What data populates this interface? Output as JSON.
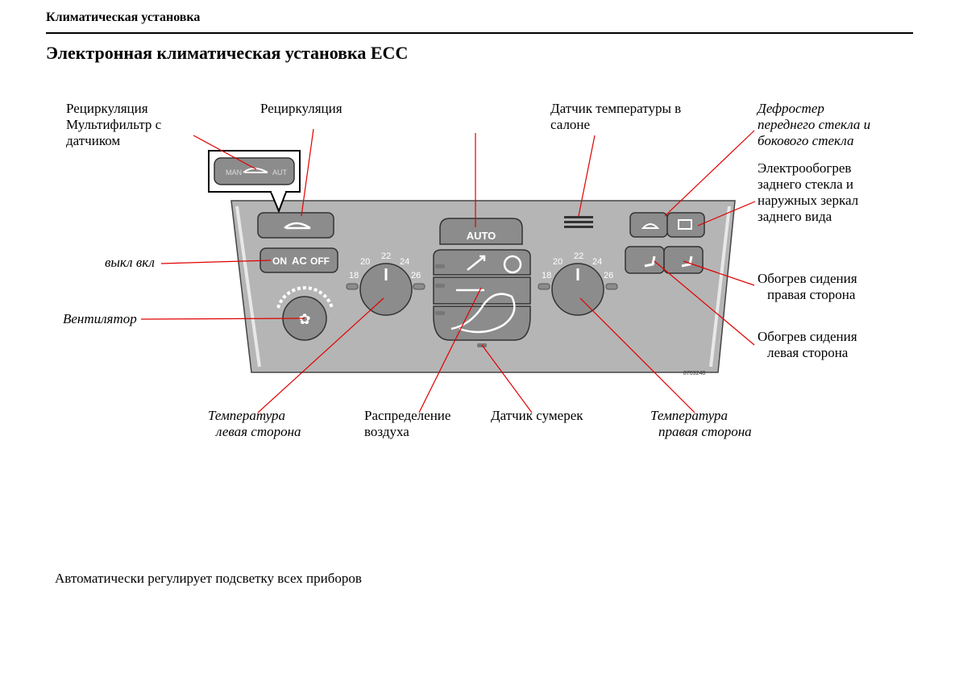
{
  "header": {
    "section": "Климатическая установка"
  },
  "page_title": "Электронная климатическая установка  ECC",
  "labels": {
    "recirc_multifilter": [
      "Рециркуляция",
      "Мультифильтр с",
      "датчиком"
    ],
    "recirc": "Рециркуляция",
    "cabin_temp_sensor": [
      "Датчик температуры в",
      "салоне"
    ],
    "defroster": [
      "Дефростер",
      "переднего стекла и",
      "бокового стекла"
    ],
    "rear_heater": [
      "Электрообогрев",
      "заднего стекла и",
      "наружных зеркал",
      "заднего вида"
    ],
    "ac_off_on": "выкл вкл",
    "fan": "Вентилятор",
    "seat_right": [
      "Обогрев сидения",
      "правая сторона"
    ],
    "seat_left": [
      "Обогрев сидения",
      "левая сторона"
    ],
    "temp_left": [
      "Температура",
      "левая сторона"
    ],
    "air_distribution": [
      "Распределение",
      "воздуха"
    ],
    "twilight_sensor": "Датчик сумерек",
    "temp_right": [
      "Температура",
      "правая сторона"
    ]
  },
  "panel": {
    "inset_man": "MAN",
    "inset_aut": "AUT",
    "auto_button": "AUTO",
    "ac_on": "ON",
    "ac_label": "AC",
    "ac_off": "OFF",
    "temp_scale": [
      "18",
      "20",
      "22",
      "24",
      "26"
    ],
    "part_code": "8703248"
  },
  "footer": "Автоматически регулирует подсветку всех приборов",
  "colors": {
    "leader": "#e00000",
    "panel": "#b4b4b4",
    "button": "#8c8c8c"
  }
}
